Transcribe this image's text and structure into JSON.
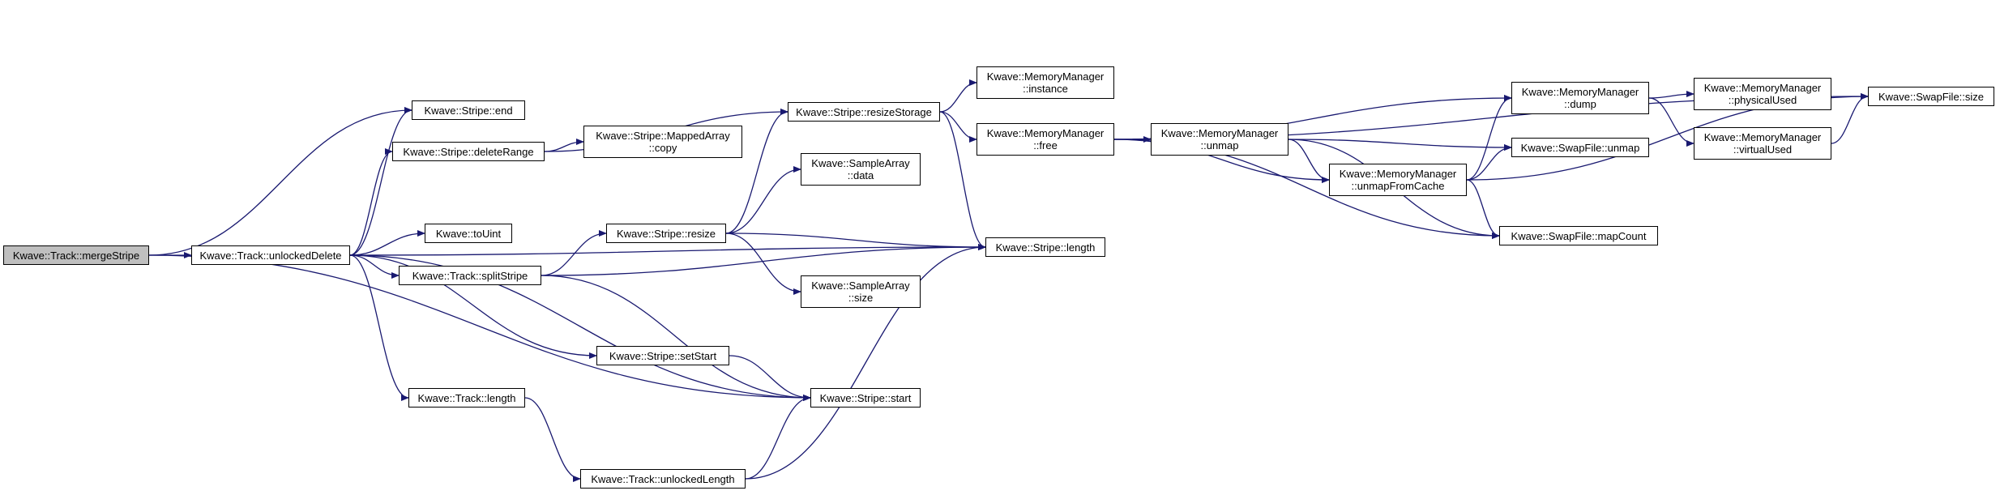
{
  "nodes": [
    {
      "id": "mergeStripe",
      "lines": [
        "Kwave::Track::mergeStripe"
      ],
      "root": true
    },
    {
      "id": "unlockedDelete",
      "lines": [
        "Kwave::Track::unlockedDelete"
      ]
    },
    {
      "id": "stripeEnd",
      "lines": [
        "Kwave::Stripe::end"
      ]
    },
    {
      "id": "deleteRange",
      "lines": [
        "Kwave::Stripe::deleteRange"
      ]
    },
    {
      "id": "mappedCopy",
      "lines": [
        "Kwave::Stripe::MappedArray",
        "::copy"
      ]
    },
    {
      "id": "toUint",
      "lines": [
        "Kwave::toUint"
      ]
    },
    {
      "id": "splitStripe",
      "lines": [
        "Kwave::Track::splitStripe"
      ]
    },
    {
      "id": "setStart",
      "lines": [
        "Kwave::Stripe::setStart"
      ]
    },
    {
      "id": "trackLength",
      "lines": [
        "Kwave::Track::length"
      ]
    },
    {
      "id": "unlockedLength",
      "lines": [
        "Kwave::Track::unlockedLength"
      ]
    },
    {
      "id": "stripeStart",
      "lines": [
        "Kwave::Stripe::start"
      ]
    },
    {
      "id": "resize",
      "lines": [
        "Kwave::Stripe::resize"
      ]
    },
    {
      "id": "resizeStorage",
      "lines": [
        "Kwave::Stripe::resizeStorage"
      ]
    },
    {
      "id": "saData",
      "lines": [
        "Kwave::SampleArray",
        "::data"
      ]
    },
    {
      "id": "saSize",
      "lines": [
        "Kwave::SampleArray",
        "::size"
      ]
    },
    {
      "id": "stripeLength",
      "lines": [
        "Kwave::Stripe::length"
      ]
    },
    {
      "id": "mmInstance",
      "lines": [
        "Kwave::MemoryManager",
        "::instance"
      ]
    },
    {
      "id": "mmFree",
      "lines": [
        "Kwave::MemoryManager",
        "::free"
      ]
    },
    {
      "id": "mmUnmap",
      "lines": [
        "Kwave::MemoryManager",
        "::unmap"
      ]
    },
    {
      "id": "mmUnmapFromCache",
      "lines": [
        "Kwave::MemoryManager",
        "::unmapFromCache"
      ]
    },
    {
      "id": "mmDump",
      "lines": [
        "Kwave::MemoryManager",
        "::dump"
      ]
    },
    {
      "id": "swapUnmap",
      "lines": [
        "Kwave::SwapFile::unmap"
      ]
    },
    {
      "id": "swapMapCount",
      "lines": [
        "Kwave::SwapFile::mapCount"
      ]
    },
    {
      "id": "mmPhysicalUsed",
      "lines": [
        "Kwave::MemoryManager",
        "::physicalUsed"
      ]
    },
    {
      "id": "mmVirtualUsed",
      "lines": [
        "Kwave::MemoryManager",
        "::virtualUsed"
      ]
    },
    {
      "id": "swapSize",
      "lines": [
        "Kwave::SwapFile::size"
      ]
    }
  ],
  "edges": [
    [
      "mergeStripe",
      "unlockedDelete"
    ],
    [
      "mergeStripe",
      "stripeEnd"
    ],
    [
      "mergeStripe",
      "stripeStart"
    ],
    [
      "unlockedDelete",
      "stripeEnd"
    ],
    [
      "unlockedDelete",
      "deleteRange"
    ],
    [
      "unlockedDelete",
      "stripeLength"
    ],
    [
      "unlockedDelete",
      "toUint"
    ],
    [
      "unlockedDelete",
      "splitStripe"
    ],
    [
      "unlockedDelete",
      "setStart"
    ],
    [
      "unlockedDelete",
      "stripeStart"
    ],
    [
      "unlockedDelete",
      "trackLength"
    ],
    [
      "deleteRange",
      "resizeStorage"
    ],
    [
      "deleteRange",
      "mappedCopy"
    ],
    [
      "splitStripe",
      "resize"
    ],
    [
      "splitStripe",
      "stripeLength"
    ],
    [
      "splitStripe",
      "stripeStart"
    ],
    [
      "setStart",
      "stripeStart"
    ],
    [
      "trackLength",
      "unlockedLength"
    ],
    [
      "unlockedLength",
      "stripeStart"
    ],
    [
      "unlockedLength",
      "stripeLength"
    ],
    [
      "resize",
      "resizeStorage"
    ],
    [
      "resize",
      "saData"
    ],
    [
      "resize",
      "saSize"
    ],
    [
      "resize",
      "stripeLength"
    ],
    [
      "resizeStorage",
      "mmInstance"
    ],
    [
      "resizeStorage",
      "mmFree"
    ],
    [
      "resizeStorage",
      "stripeLength"
    ],
    [
      "mmFree",
      "swapSize"
    ],
    [
      "mmFree",
      "mmDump"
    ],
    [
      "mmFree",
      "mmUnmap"
    ],
    [
      "mmFree",
      "mmUnmapFromCache"
    ],
    [
      "mmFree",
      "swapMapCount"
    ],
    [
      "mmUnmap",
      "swapUnmap"
    ],
    [
      "mmUnmap",
      "mmUnmapFromCache"
    ],
    [
      "mmUnmap",
      "swapMapCount"
    ],
    [
      "mmUnmapFromCache",
      "mmDump"
    ],
    [
      "mmUnmapFromCache",
      "swapUnmap"
    ],
    [
      "mmUnmapFromCache",
      "swapMapCount"
    ],
    [
      "mmUnmapFromCache",
      "swapSize"
    ],
    [
      "mmDump",
      "mmPhysicalUsed"
    ],
    [
      "mmDump",
      "mmVirtualUsed"
    ],
    [
      "mmVirtualUsed",
      "swapSize"
    ]
  ],
  "colors": {
    "edge": "#191970",
    "node_border": "#000000",
    "root_fill": "#bfbfbf"
  }
}
